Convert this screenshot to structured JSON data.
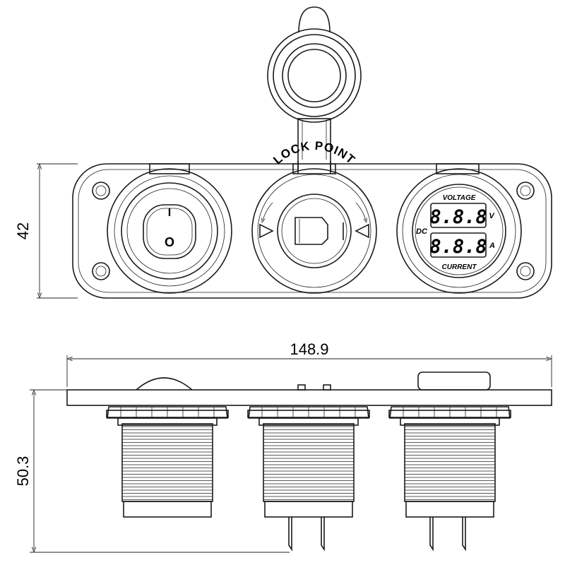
{
  "dimensions": {
    "height_front": "42",
    "width_total": "148.9",
    "depth_side": "50.3"
  },
  "switch": {
    "on_mark": "I",
    "off_mark": "O"
  },
  "socket": {
    "label": "LOCK POINT"
  },
  "meter": {
    "voltage_label": "VOLTAGE",
    "current_label": "CURRENT",
    "dc_label": "DC",
    "volt_digits": "8.8.8",
    "amp_digits": "8.8.8",
    "volt_unit": "V",
    "amp_unit": "A"
  },
  "colors": {
    "line": "#1a1a1a",
    "background": "#ffffff"
  }
}
